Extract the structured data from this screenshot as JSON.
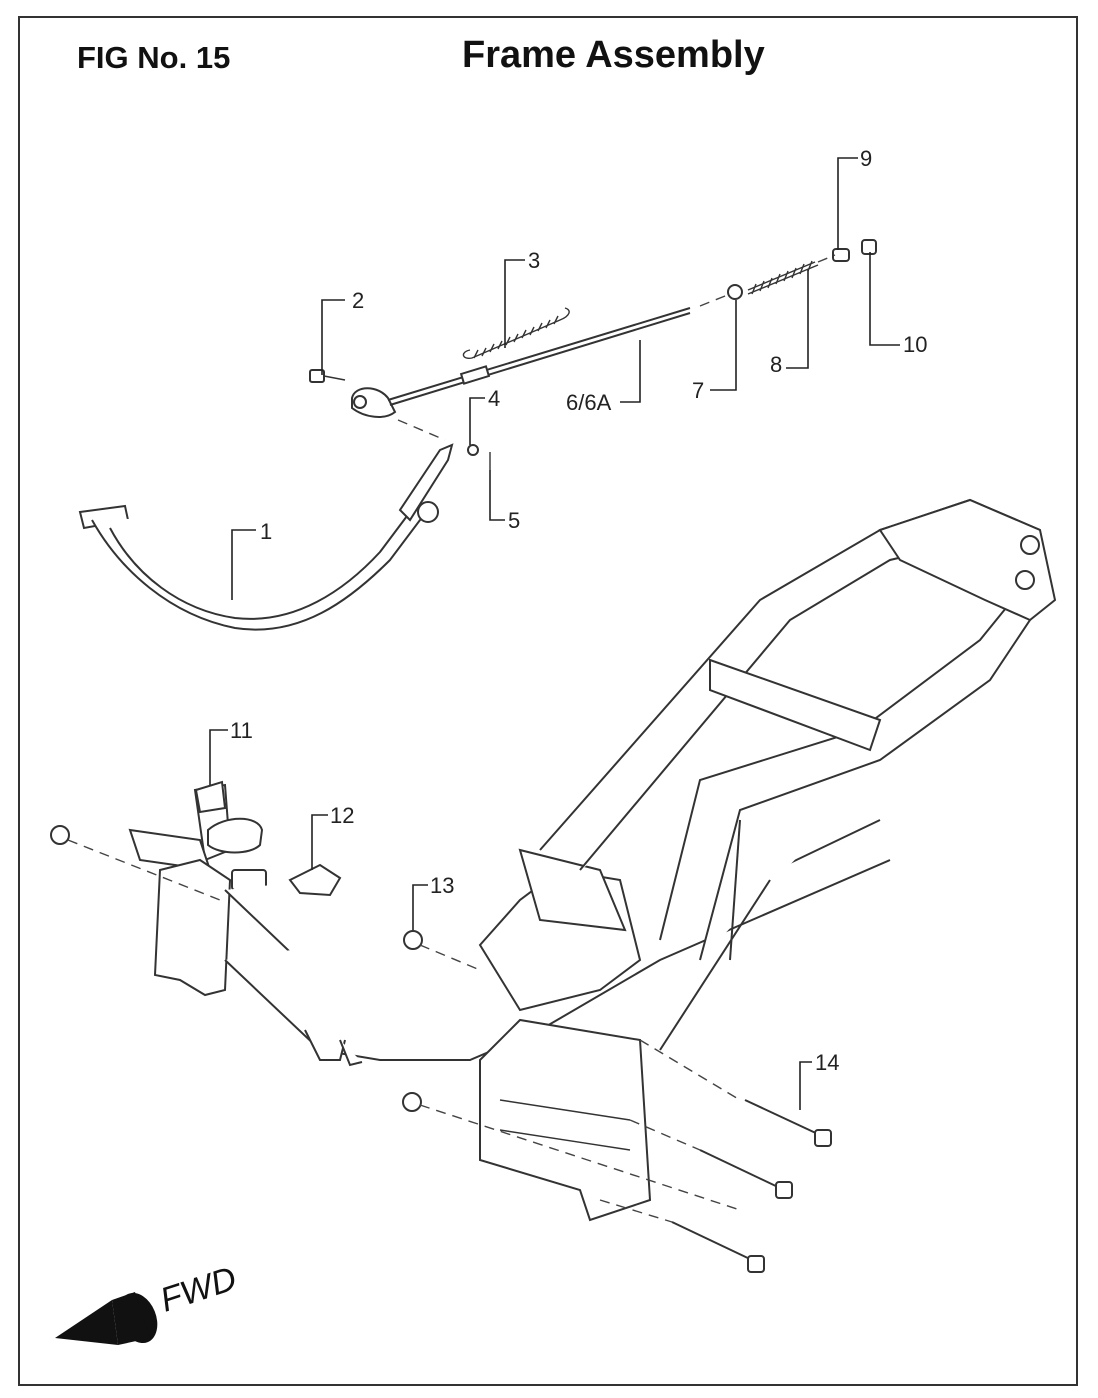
{
  "header": {
    "fig_number": "FIG No. 15",
    "title": "Frame Assembly"
  },
  "callouts": {
    "c1": "1",
    "c2": "2",
    "c3": "3",
    "c4": "4",
    "c5": "5",
    "c6": "6/6A",
    "c7": "7",
    "c8": "8",
    "c9": "9",
    "c10": "10",
    "c11": "11",
    "c12": "12",
    "c13": "13",
    "c14": "14"
  },
  "direction": {
    "label": "FWD",
    "icon": "forward-arrow-icon"
  }
}
